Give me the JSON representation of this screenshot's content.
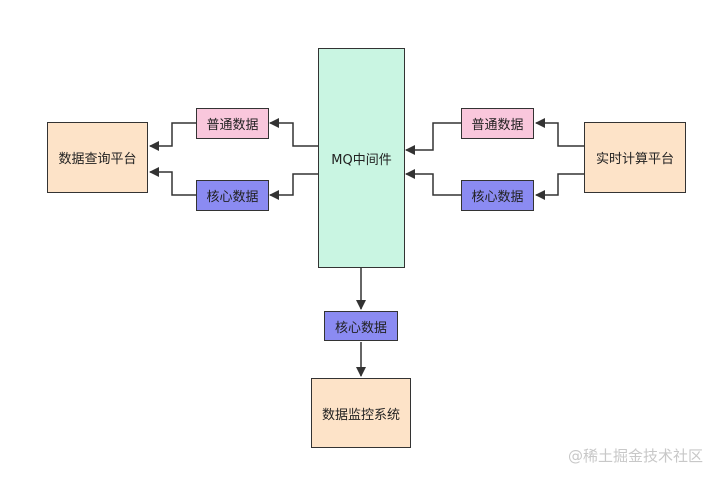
{
  "nodes": {
    "query_platform": "数据查询平台",
    "mq": "MQ中间件",
    "realtime_platform": "实时计算平台",
    "monitor_system": "数据监控系统",
    "left_normal": "普通数据",
    "left_core": "核心数据",
    "right_normal": "普通数据",
    "right_core": "核心数据",
    "bottom_core": "核心数据"
  },
  "watermark": "@稀土掘金技术社区",
  "colors": {
    "platform_fill": "#fde3c8",
    "mq_fill": "#c9f5e2",
    "normal_data_fill": "#f9c7dc",
    "core_data_fill": "#8b8bf2",
    "stroke": "#333333"
  }
}
